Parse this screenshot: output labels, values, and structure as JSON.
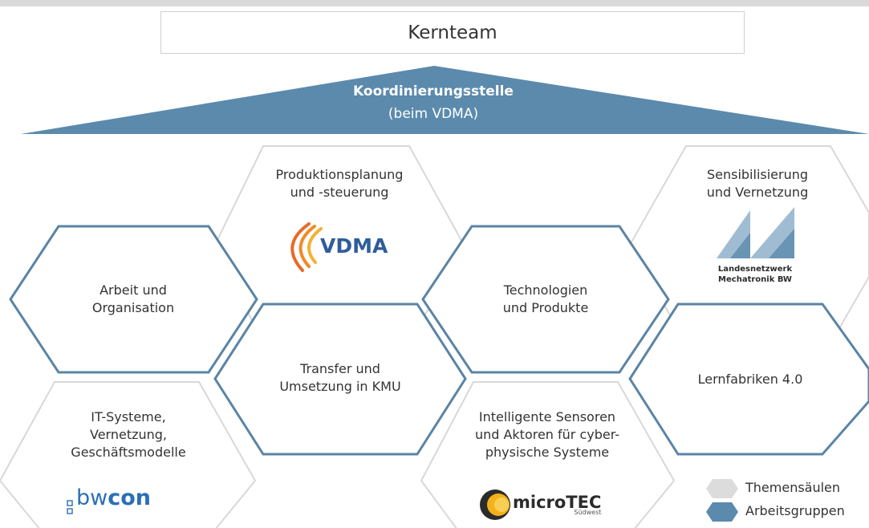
{
  "kernteam": {
    "label": "Kernteam"
  },
  "roof": {
    "title": "Koordinierungsstelle",
    "subtitle": "(beim VDMA)"
  },
  "themensaeulen": [
    {
      "label": "Produktionsplanung\nund -steuerung",
      "logo": "VDMA"
    },
    {
      "label": "Sensibilisierung\nund Vernetzung",
      "logo_lines": [
        "Landesnetzwerk",
        "Mechatronik BW"
      ]
    },
    {
      "label": "IT-Systeme,\nVernetzung,\nGeschäftsmodelle",
      "logo_prefix": "bw",
      "logo_suffix": "con"
    },
    {
      "label": "Intelligente Sensoren\nund Aktoren für cyber-\nphysische Systeme",
      "logo_main": "microTEC",
      "logo_sub": "Südwest"
    }
  ],
  "arbeitsgruppen": [
    {
      "label": "Arbeit und\nOrganisation"
    },
    {
      "label": "Technologien\nund Produkte"
    },
    {
      "label": "Transfer und\nUmsetzung in KMU"
    },
    {
      "label": "Lernfabriken 4.0"
    }
  ],
  "legend": {
    "themensaeulen": "Themensäulen",
    "arbeitsgruppen": "Arbeitsgruppen"
  },
  "colors": {
    "roof": "#5b8aac",
    "arbeitsgruppen_border": "#5a84a6",
    "themensaeulen_border": "#d8d8d8",
    "legend_grey": "#dcdcdc",
    "legend_blue": "#5b8aac"
  }
}
